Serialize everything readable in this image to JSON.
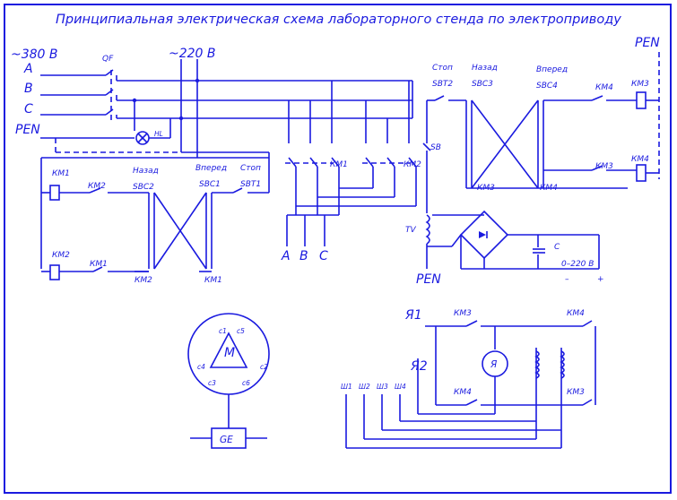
{
  "title": "Принципиальная электрическая схема лабораторного стенда по электроприводу",
  "supply": {
    "v380": "~380 В",
    "v220": "~220 В",
    "phase_a": "A",
    "phase_b": "B",
    "phase_c": "C",
    "pen_left": "PEN",
    "pen_right": "PEN",
    "pen_bottom": "PEN"
  },
  "breaker": {
    "qf": "QF",
    "hl": "HL"
  },
  "left_circuit": {
    "km1_coil": "КМ1",
    "km2_contact": "КМ2",
    "nazad": "Назад",
    "sbc2": "SBC2",
    "vpered": "Вперед",
    "sbc1": "SBC1",
    "stop": "Стоп",
    "sbt1": "SBT1",
    "km2_coil": "КМ2",
    "km1_contact": "КМ1",
    "km2_bottom": "КМ2",
    "km1_bottom": "КМ1"
  },
  "reversing": {
    "km1": "КМ1",
    "km2": "КМ2",
    "out_a": "A",
    "out_b": "B",
    "out_c": "C"
  },
  "right_circuit": {
    "stop": "Стоп",
    "sbt2": "SBT2",
    "nazad": "Назад",
    "sbc3": "SBC3",
    "vpered": "Вперед",
    "sbc4": "SBC4",
    "km4_contact": "КМ4",
    "km3_coil": "КМ3",
    "km3_contact": "КМ3",
    "km4_coil": "КМ4",
    "km3_bottom": "КМ3",
    "km4_bottom": "КМ4"
  },
  "rectifier": {
    "sb": "SB",
    "tv": "TV",
    "c": "C",
    "range": "0–220 В",
    "minus": "–",
    "plus": "+"
  },
  "motor": {
    "m": "M",
    "c1": "c1",
    "c2": "c2",
    "c3": "c3",
    "c4": "c4",
    "c5": "c5",
    "c6": "c6",
    "ge": "GE"
  },
  "dc_motor": {
    "ya1": "Я1",
    "ya2": "Я2",
    "km3_top": "КМ3",
    "km4_top": "КМ4",
    "km4_bottom": "КМ4",
    "km3_bottom": "КМ3",
    "armature": "Я",
    "ш1": "Ш1",
    "ш2": "Ш2",
    "ш3": "Ш3",
    "ш4": "Ш4"
  }
}
